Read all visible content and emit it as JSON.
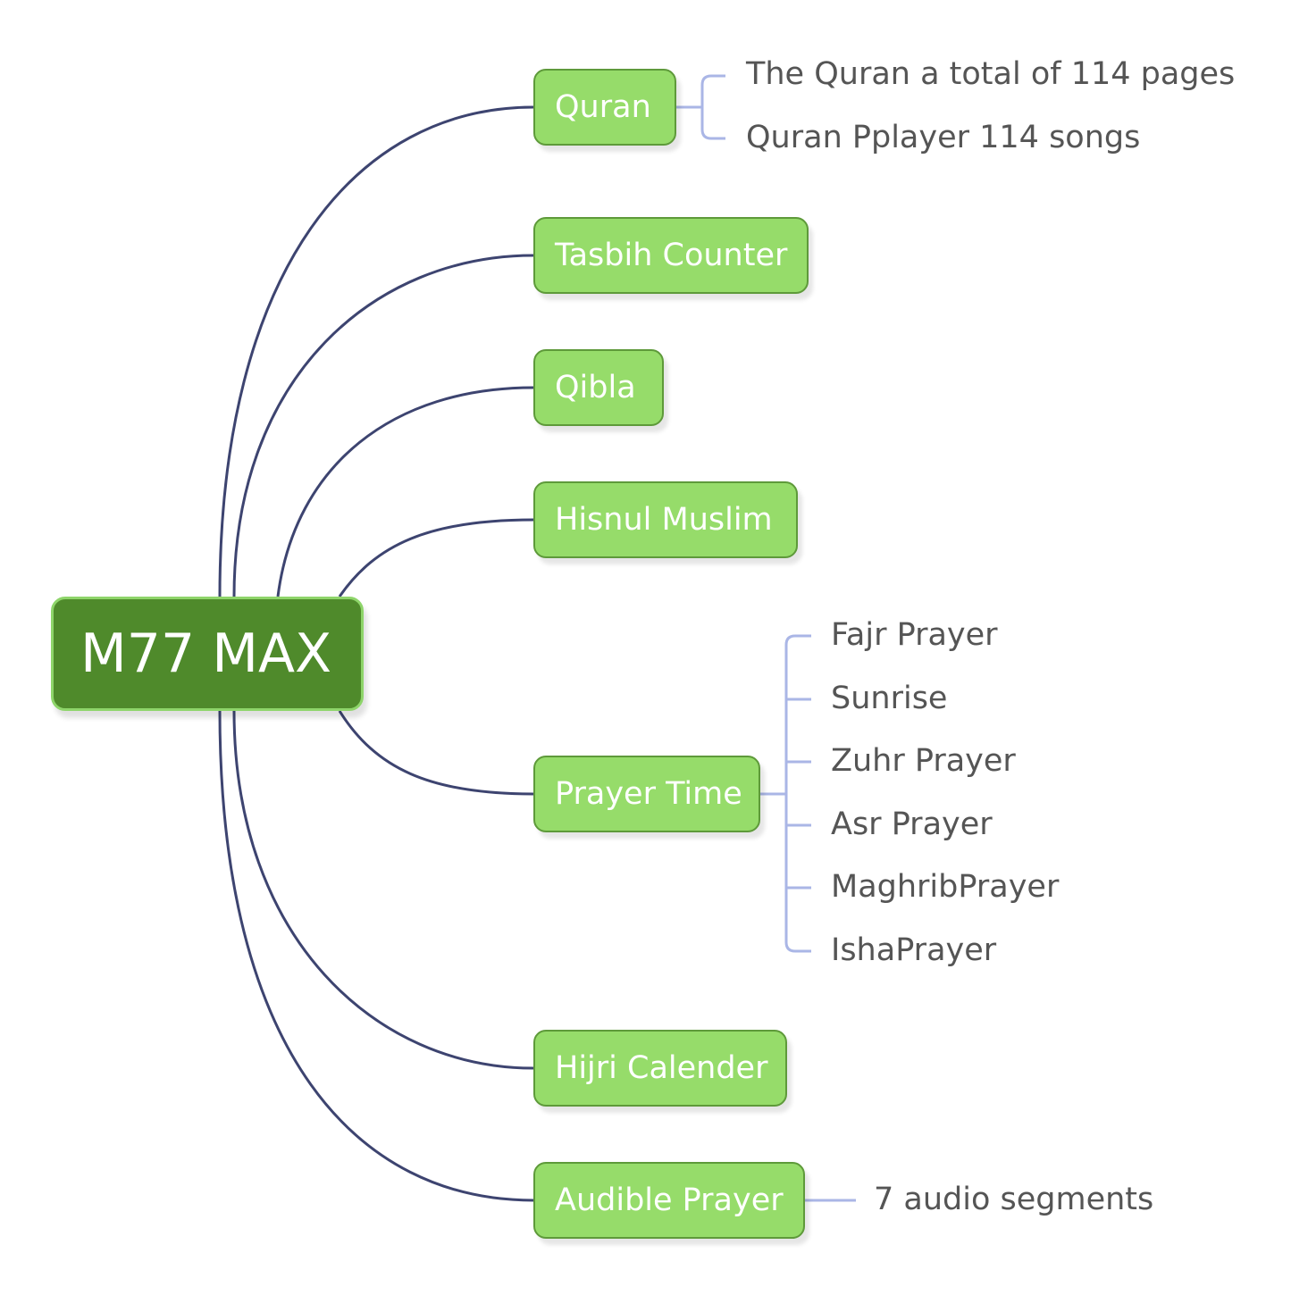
{
  "root": {
    "label": "M77 MAX"
  },
  "branches": [
    {
      "label": "Quran",
      "children": [
        "The Quran a total of 114 pages",
        "Quran Pplayer 114 songs"
      ]
    },
    {
      "label": "Tasbih Counter",
      "children": []
    },
    {
      "label": "Qibla",
      "children": []
    },
    {
      "label": "Hisnul Muslim",
      "children": []
    },
    {
      "label": "Prayer Time",
      "children": [
        "Fajr Prayer",
        "Sunrise",
        "Zuhr Prayer",
        "Asr Prayer",
        "MaghribPrayer",
        "IshaPrayer"
      ]
    },
    {
      "label": "Hijri Calender",
      "children": []
    },
    {
      "label": "Audible Prayer",
      "children": [
        "7 audio segments"
      ]
    }
  ],
  "colors": {
    "root_fill": "#4f8a2b",
    "node_fill": "#96dc6a",
    "node_border": "#5e9a3a",
    "main_link": "#3d4470",
    "sub_link": "#aab6e6",
    "leaf_text": "#555555"
  }
}
